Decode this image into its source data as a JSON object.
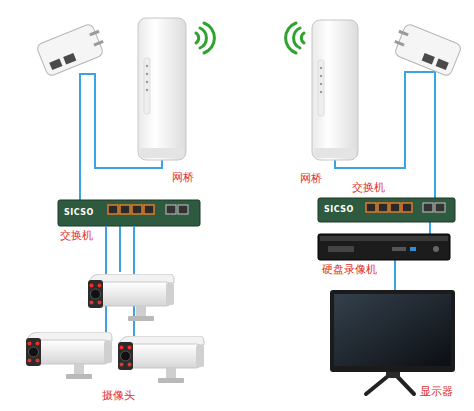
{
  "diagram": {
    "nodes": [
      {
        "text": [
          "网桥"
        ]
      },
      {
        "text": [
          "SICSO",
          "交换机"
        ]
      },
      {
        "text": [
          "摄像头"
        ]
      },
      {
        "text": [
          "网桥"
        ]
      },
      {
        "text": [
          "交换机",
          "SICSO"
        ]
      },
      {
        "text": [
          "硬盘录像机"
        ]
      },
      {
        "text": [
          "显示器"
        ]
      }
    ],
    "edges": [
      {
        "from": 0,
        "to": 1,
        "arrow": "none"
      },
      {
        "from": 1,
        "to": 2,
        "arrow": "none"
      },
      {
        "from": 3,
        "to": 4,
        "arrow": "none"
      },
      {
        "from": 4,
        "to": 5,
        "arrow": "none"
      },
      {
        "from": 5,
        "to": 6,
        "arrow": "none"
      }
    ]
  }
}
